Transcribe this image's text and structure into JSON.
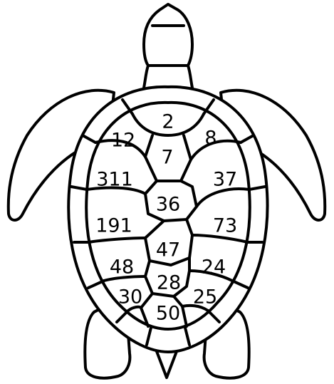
{
  "scutes": [
    {
      "id": "top",
      "label": "2"
    },
    {
      "id": "left-1",
      "label": "12"
    },
    {
      "id": "right-1",
      "label": "8"
    },
    {
      "id": "center-1",
      "label": "7"
    },
    {
      "id": "left-2",
      "label": "311"
    },
    {
      "id": "right-2",
      "label": "37"
    },
    {
      "id": "center-2",
      "label": "36"
    },
    {
      "id": "left-3",
      "label": "191"
    },
    {
      "id": "right-3",
      "label": "73"
    },
    {
      "id": "center-3",
      "label": "47"
    },
    {
      "id": "left-4",
      "label": "48"
    },
    {
      "id": "right-4",
      "label": "24"
    },
    {
      "id": "center-4",
      "label": "28"
    },
    {
      "id": "left-5",
      "label": "30"
    },
    {
      "id": "right-5",
      "label": "25"
    },
    {
      "id": "bottom",
      "label": "50"
    }
  ]
}
